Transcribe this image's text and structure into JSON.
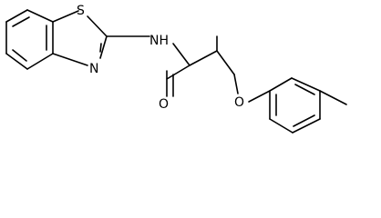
{
  "molecule": {
    "atoms": {
      "sulfur": "S",
      "nitrogen_ring": "N",
      "nitrogen_amide": "NH",
      "oxygen_carbonyl": "O",
      "oxygen_ether": "O"
    }
  },
  "colors": {
    "background": "#ffffff",
    "bond": "#000000",
    "text": "#000000"
  }
}
